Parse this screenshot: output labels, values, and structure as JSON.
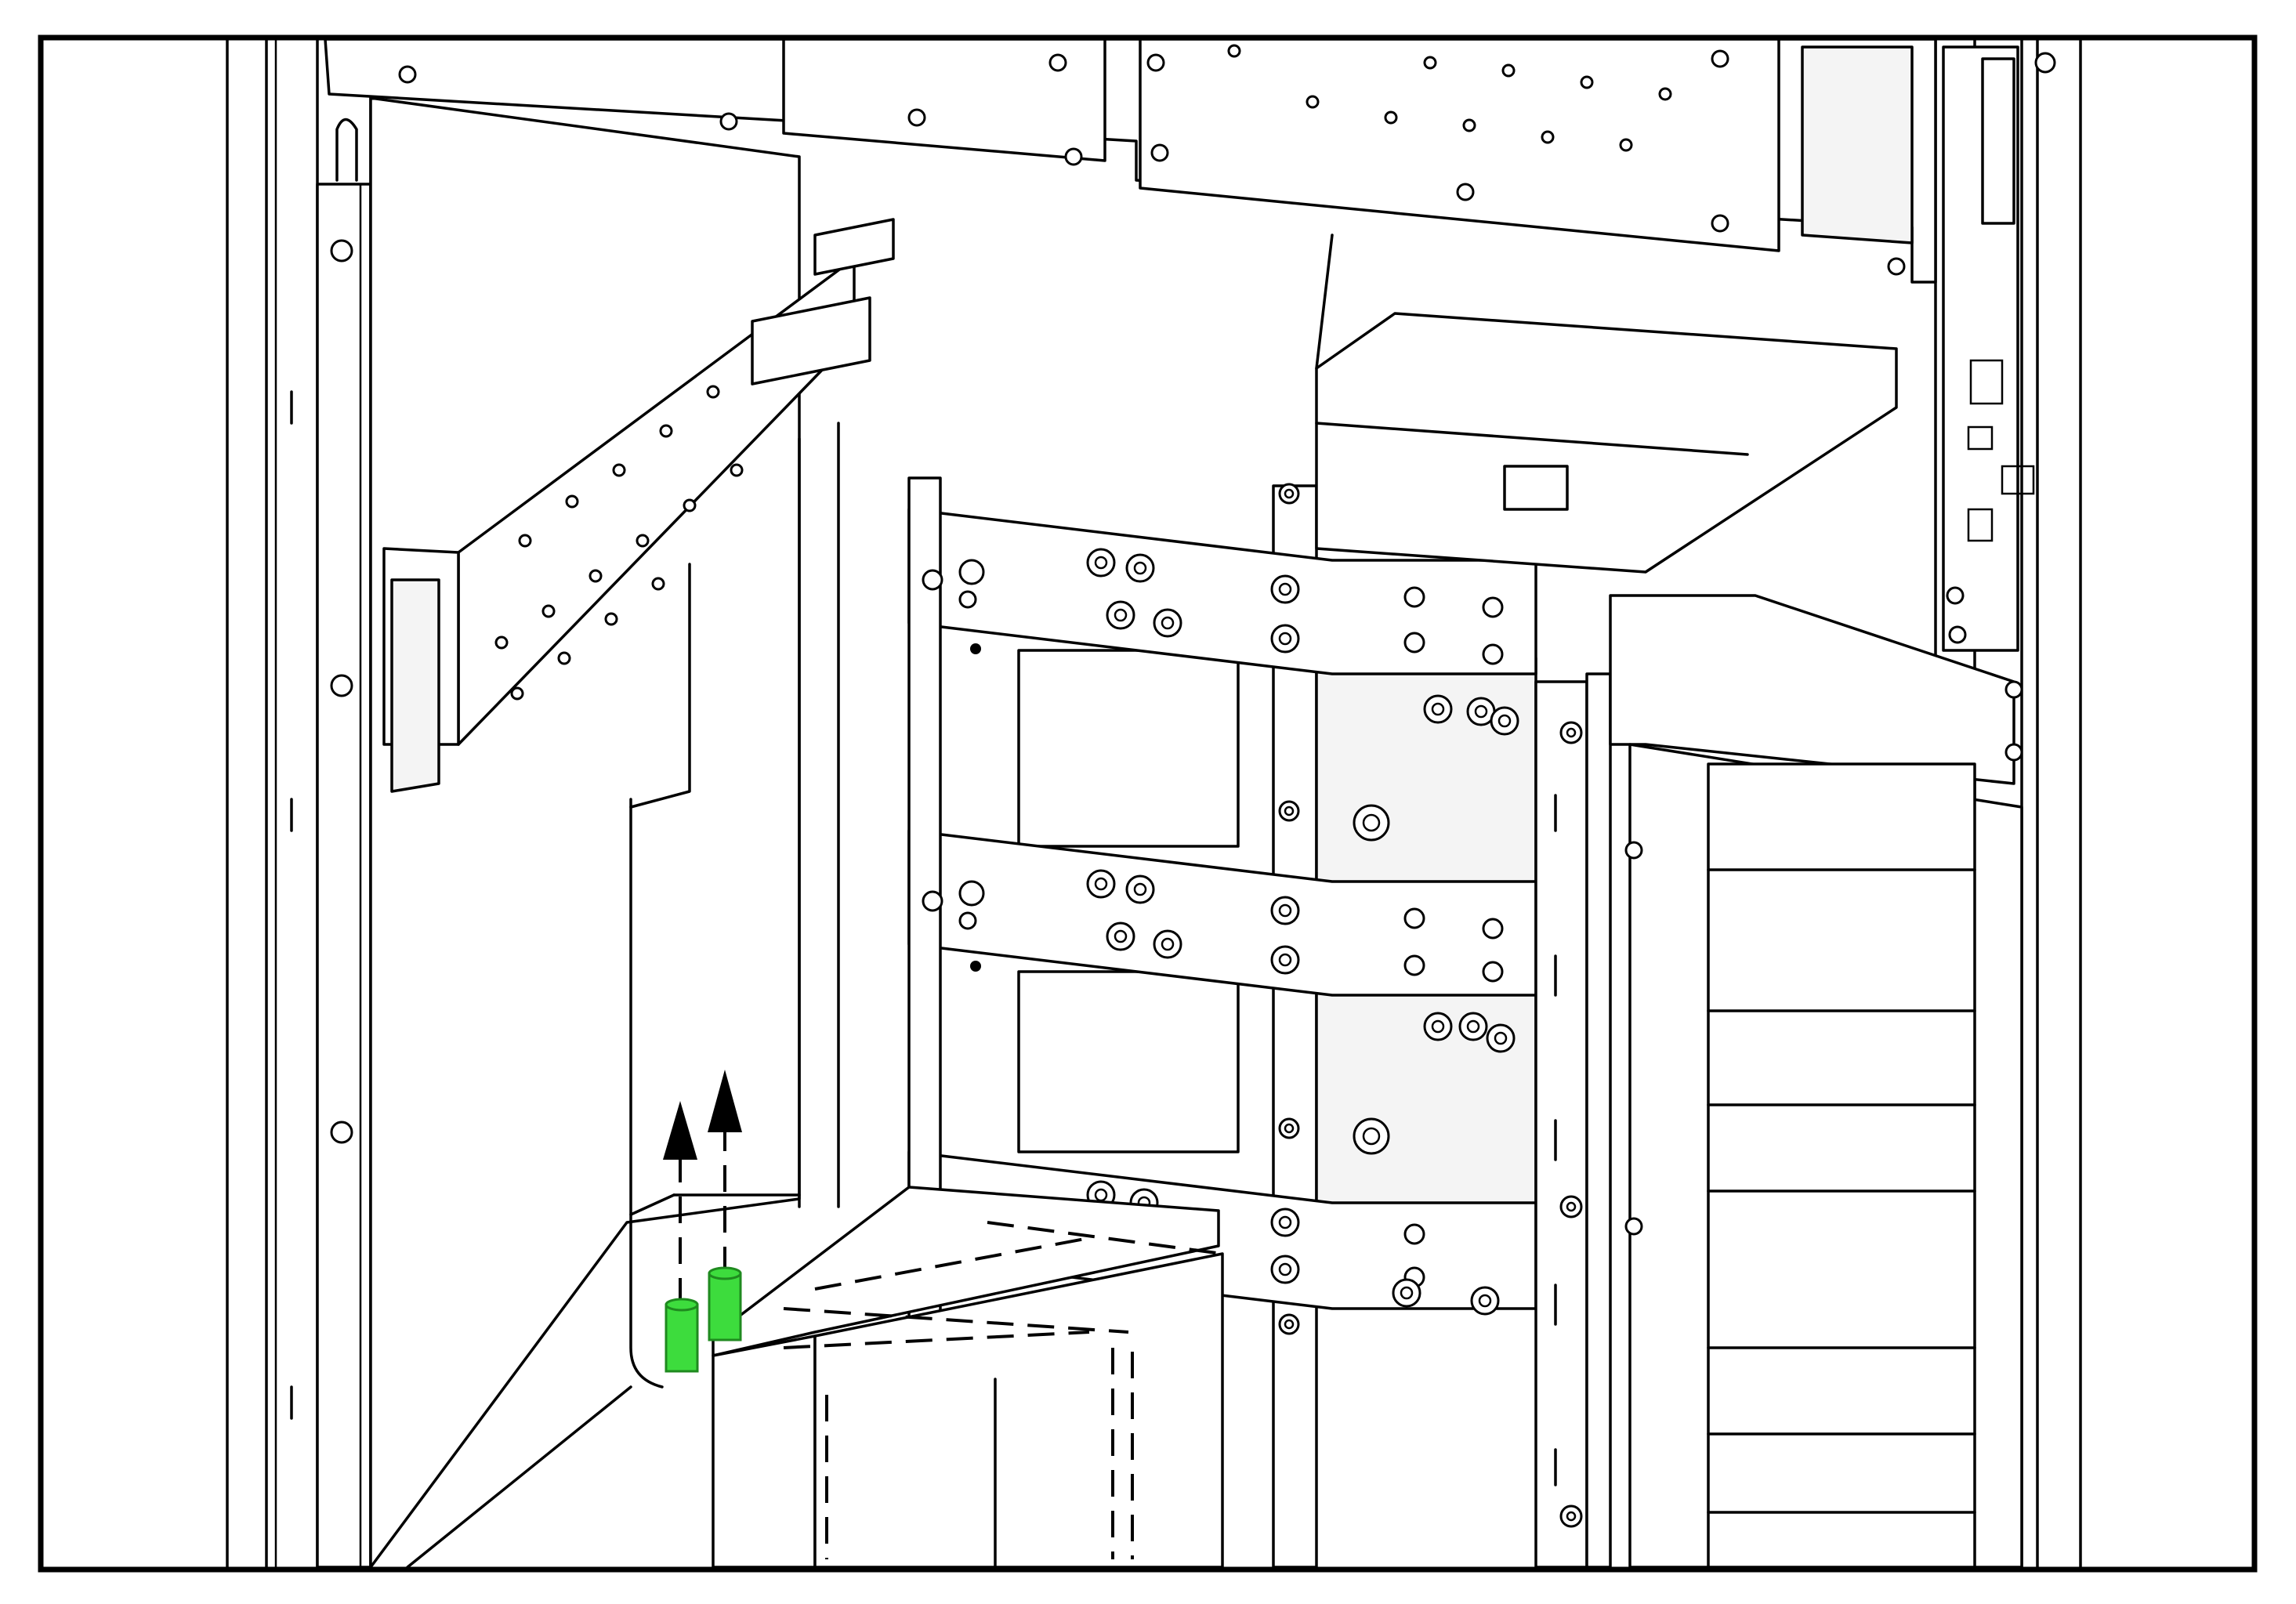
{
  "figure": {
    "highlight_color": "#3ddc3d",
    "highlight_stroke": "#1f8a1f",
    "line_color": "#000000",
    "background": "#ffffff",
    "highlighted_parts": [
      "spacer",
      "spacer"
    ],
    "arrow_direction": "up"
  }
}
